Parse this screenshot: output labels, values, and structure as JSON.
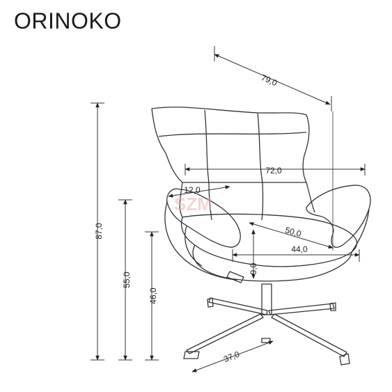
{
  "title": "ORINOKO",
  "dimensions": {
    "depth_total": "79,0",
    "width_arms": "72,0",
    "arm_width": "12,0",
    "seat_depth": "50,0",
    "seat_width": "44,0",
    "seat_cushion": "9,0",
    "height_total": "87,0",
    "arm_height": "55,0",
    "seat_height": "46,0",
    "base_span": "37,0"
  },
  "watermark": "SZM",
  "colors": {
    "line": "#333333",
    "text": "#222222"
  }
}
